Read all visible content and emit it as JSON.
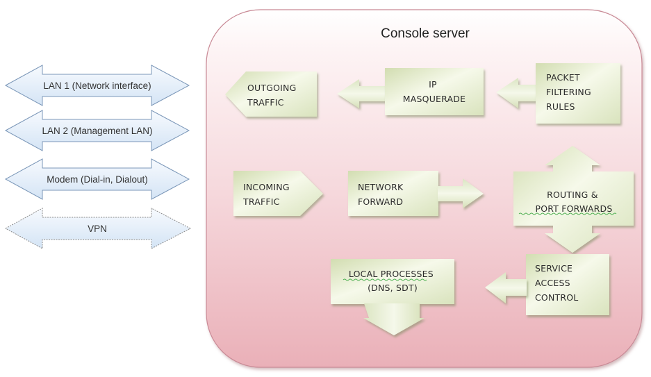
{
  "diagram": {
    "title": "Console server",
    "colors": {
      "container_fill_top": "#ffffff",
      "container_fill_bottom": "#ecb6bd",
      "container_stroke": "#c98a96",
      "box_fill_light": "#f8faee",
      "box_fill_dark": "#cfdcae",
      "box_shadow": "#9aa57e",
      "side_arrow_fill_light": "#f4f8fd",
      "side_arrow_fill_dark": "#d6e5f5",
      "side_arrow_stroke": "#7b97b8"
    },
    "interfaces": [
      {
        "id": "lan1",
        "label": "LAN 1 (Network interface)",
        "style": "solid"
      },
      {
        "id": "lan2",
        "label": "LAN 2 (Management LAN)",
        "style": "solid"
      },
      {
        "id": "modem",
        "label": "Modem (Dial-in, Dialout)",
        "style": "solid"
      },
      {
        "id": "vpn",
        "label": "VPN",
        "style": "dashed"
      }
    ],
    "nodes": {
      "outgoing": {
        "lines": [
          "OUTGOING",
          "TRAFFIC"
        ]
      },
      "masquerade": {
        "lines": [
          "IP",
          "MASQUERADE"
        ]
      },
      "packet_filtering": {
        "lines": [
          "PACKET",
          "FILTERING",
          "RULES"
        ]
      },
      "incoming": {
        "lines": [
          "INCOMING",
          "TRAFFIC"
        ]
      },
      "network_forward": {
        "lines": [
          "NETWORK",
          "FORWARD"
        ]
      },
      "routing": {
        "lines": [
          "ROUTING  &",
          "PORT FORWARDS"
        ]
      },
      "service_access": {
        "lines": [
          "SERVICE",
          "ACCESS",
          "CONTROL"
        ]
      },
      "local_processes": {
        "lines": [
          "LOCAL  PROCESSES",
          "(DNS, SDT)"
        ]
      }
    },
    "flows": [
      {
        "from": "packet_filtering",
        "to": "masquerade",
        "direction": "left"
      },
      {
        "from": "masquerade",
        "to": "outgoing",
        "direction": "left"
      },
      {
        "from": "network_forward",
        "to": "routing",
        "direction": "right"
      },
      {
        "from": "routing",
        "to": "packet_filtering",
        "direction": "up"
      },
      {
        "from": "routing",
        "to": "service_access",
        "direction": "down"
      },
      {
        "from": "service_access",
        "to": "local_processes",
        "direction": "left"
      },
      {
        "from": "local_processes",
        "to": "",
        "direction": "down"
      }
    ]
  }
}
